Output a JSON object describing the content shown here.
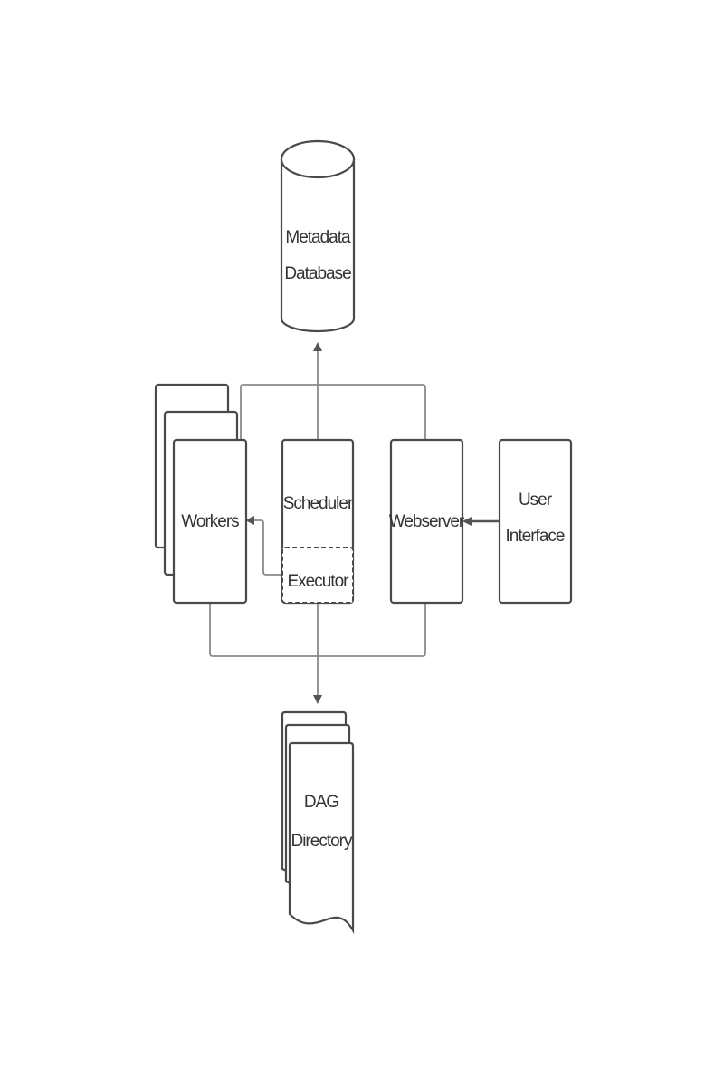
{
  "nodes": {
    "metadata_db": {
      "line1": "Metadata",
      "line2": "Database"
    },
    "workers": {
      "label": "Workers"
    },
    "scheduler": {
      "label": "Scheduler"
    },
    "executor": {
      "label": "Executor"
    },
    "webserver": {
      "label": "Webserver"
    },
    "user_interface": {
      "line1": "User",
      "line2": "Interface"
    },
    "dag_directory": {
      "line1": "DAG",
      "line2": "Directory"
    }
  },
  "colors": {
    "stroke": "#4a4a4a",
    "connector": "#8a8a8a",
    "arrow": "#555555",
    "text": "#333333",
    "background": "#ffffff"
  }
}
